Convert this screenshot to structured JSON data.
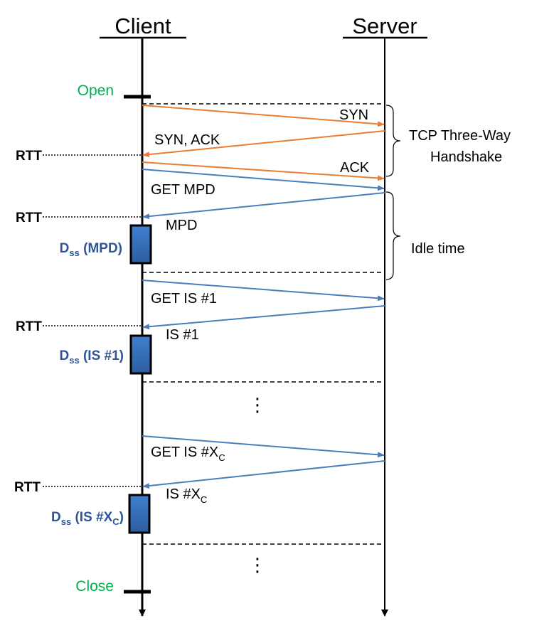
{
  "actors": {
    "client": "Client",
    "server": "Server"
  },
  "events": {
    "open": "Open",
    "close": "Close"
  },
  "messages": [
    {
      "label": "SYN",
      "direction": "client-to-server",
      "color": "#ed7d31"
    },
    {
      "label": "SYN, ACK",
      "direction": "server-to-client",
      "color": "#ed7d31"
    },
    {
      "label": "ACK",
      "direction": "client-to-server",
      "color": "#ed7d31"
    },
    {
      "label": "GET MPD",
      "direction": "client-to-server",
      "color": "#4a7ebb"
    },
    {
      "label": "MPD",
      "direction": "server-to-client",
      "color": "#4a7ebb"
    },
    {
      "label": "GET IS #1",
      "direction": "client-to-server",
      "color": "#4a7ebb"
    },
    {
      "label": "IS #1",
      "direction": "server-to-client",
      "color": "#4a7ebb"
    },
    {
      "label": "GET IS #X",
      "sub": "C",
      "direction": "client-to-server",
      "color": "#4a7ebb"
    },
    {
      "label": "IS #X",
      "sub": "C",
      "direction": "server-to-client",
      "color": "#4a7ebb"
    }
  ],
  "rtt_label": "RTT",
  "dss": [
    {
      "main": "D",
      "sub": "ss",
      "rest": " (MPD)"
    },
    {
      "main": "D",
      "sub": "ss",
      "rest": " (IS #1)"
    },
    {
      "main": "D",
      "sub": "ss",
      "rest": " (IS #X",
      "sub2": "C",
      "end": ")"
    }
  ],
  "braces": {
    "tcp_line1": "TCP Three-Way",
    "tcp_line2": "Handshake",
    "idle": "Idle time"
  },
  "ellipsis": "⋮",
  "colors": {
    "tcp": "#ed7d31",
    "http": "#4a7ebb",
    "event": "#00b050",
    "dss": "#2f5597",
    "box": "#3a6fbf"
  }
}
